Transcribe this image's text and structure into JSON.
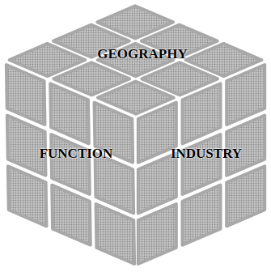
{
  "diagram": {
    "labels": [
      "GEOGRAPHY",
      "FUNCTION",
      "INDUSTRY"
    ]
  }
}
